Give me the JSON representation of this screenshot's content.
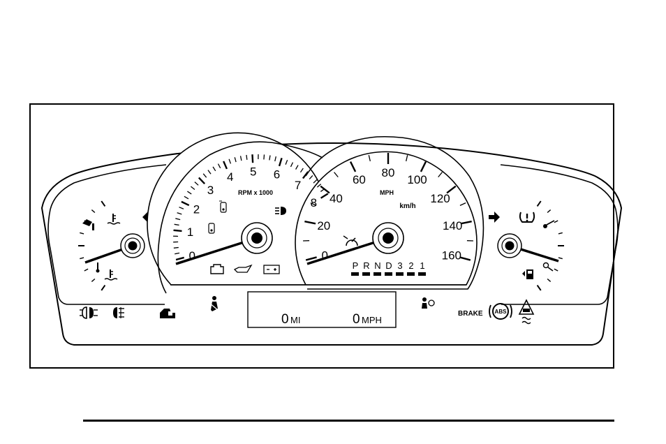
{
  "tachometer": {
    "unit_label": "RPM x 1000",
    "scale_labels": [
      "0",
      "1",
      "2",
      "3",
      "4",
      "5",
      "6",
      "7",
      "8"
    ],
    "needle_value": 0
  },
  "speedometer": {
    "unit_label": "MPH",
    "metric_label": "km/h",
    "scale_labels": [
      "0",
      "20",
      "40",
      "60",
      "80",
      "100",
      "120",
      "140",
      "160"
    ],
    "needle_value": 0
  },
  "prnd": {
    "letters": [
      "P",
      "R",
      "N",
      "D",
      "3",
      "2",
      "1"
    ]
  },
  "lcd": {
    "odometer": "0",
    "odometer_unit": "MI",
    "speed": "0",
    "speed_unit": "MPH"
  },
  "tell_tales": {
    "brake_label": "BRAKE",
    "abs_label": "ABS"
  }
}
